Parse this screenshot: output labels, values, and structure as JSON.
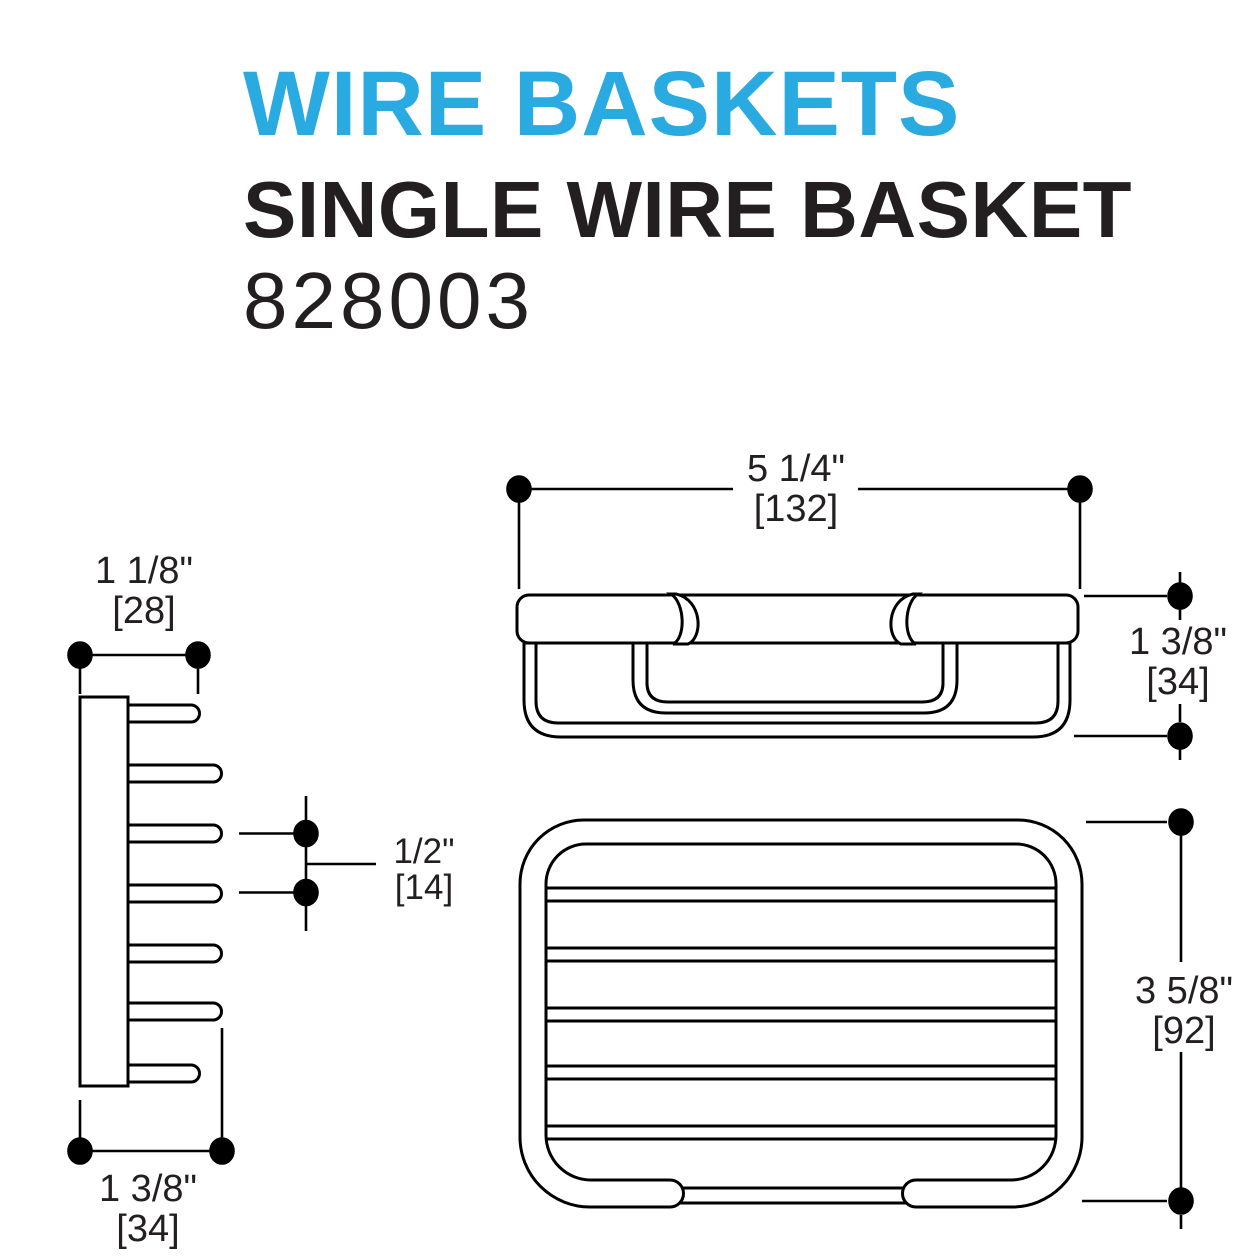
{
  "header": {
    "category": "WIRE BASKETS",
    "product_name": "SINGLE WIRE BASKET",
    "sku": "828003"
  },
  "colors": {
    "accent": "#29ABE2",
    "ink": "#231F20",
    "line": "#000000"
  },
  "dims": {
    "side_depth_top": {
      "inches": "1 1/8\"",
      "mm": "[28]"
    },
    "side_wire_spacing": {
      "inches": "1/2\"",
      "mm": "[14]"
    },
    "side_depth_bottom": {
      "inches": "1 3/8\"",
      "mm": "[34]"
    },
    "front_width": {
      "inches": "5 1/4\"",
      "mm": "[132]"
    },
    "front_height": {
      "inches": "1 3/8\"",
      "mm": "[34]"
    },
    "top_depth": {
      "inches": "3 5/8\"",
      "mm": "[92]"
    }
  },
  "views": {
    "side_view": "side profile of wall plate with seven wire rails",
    "front_view": "front elevation with mounting rail and basket wires",
    "top_view": "plan view of basket rim and five cross wires"
  }
}
